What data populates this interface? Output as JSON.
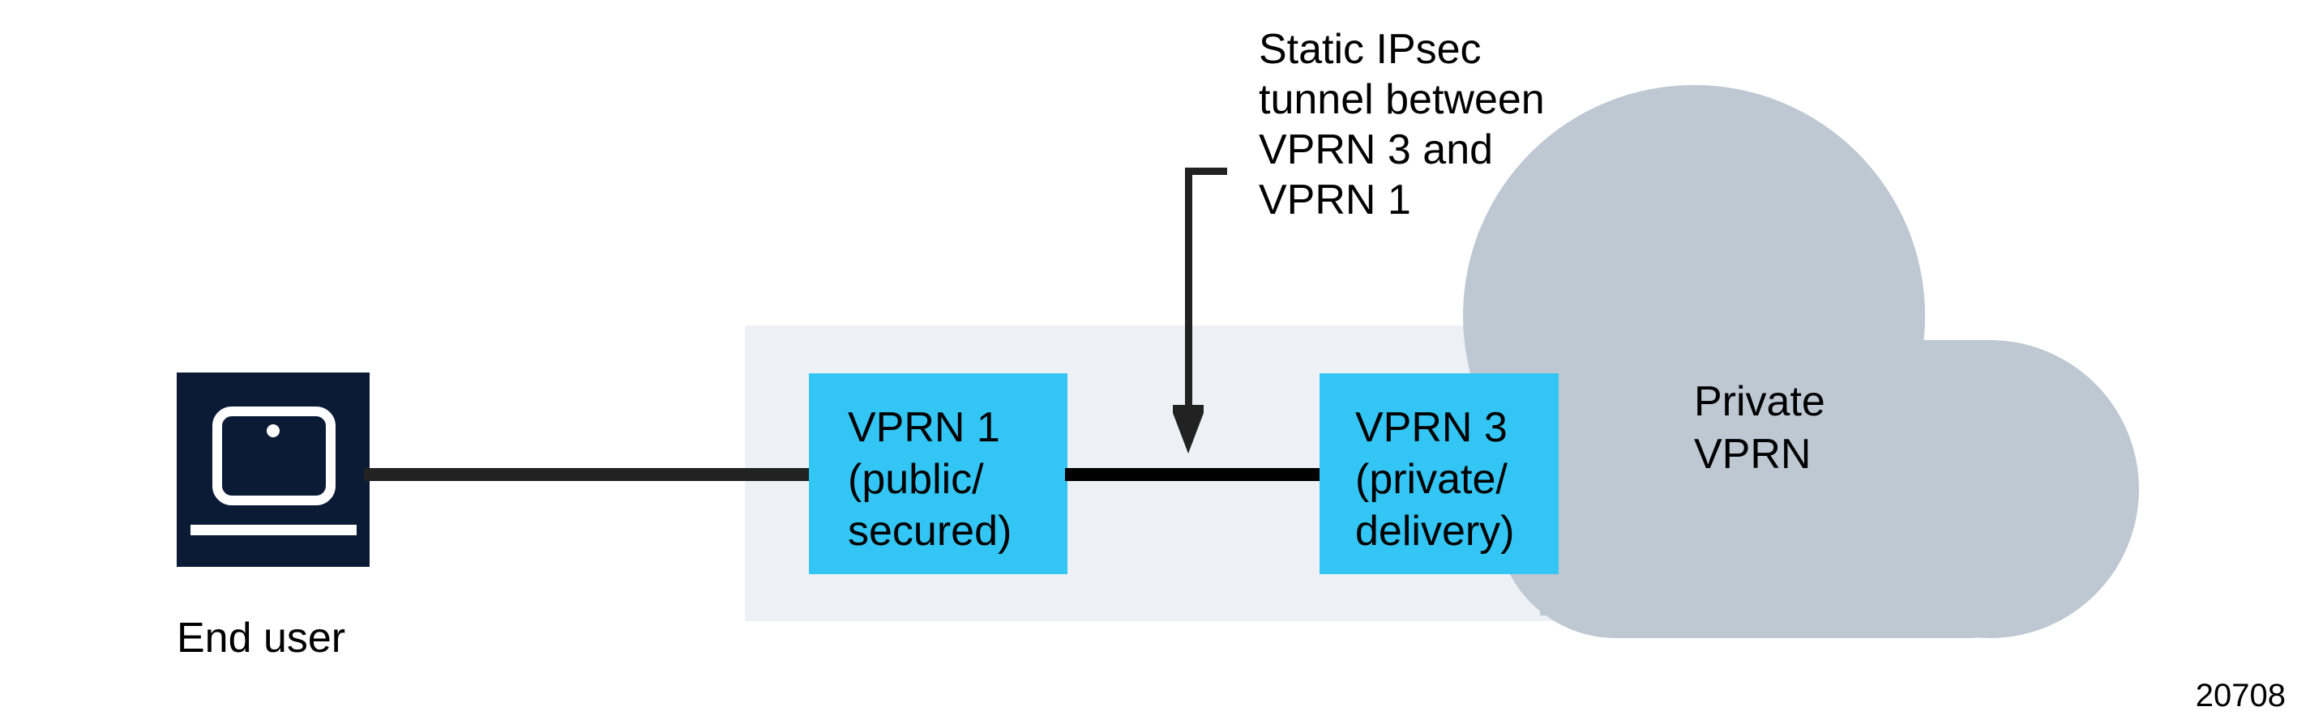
{
  "figure": {
    "id_label": "20708",
    "background_color": "#ffffff"
  },
  "palette": {
    "cyan_node": "#33C5F3",
    "navy_device": "#0B1B36",
    "panel_background": "#EDF1F5",
    "cloud_fill": "#BDC8D3",
    "link_dark": "#222222",
    "link_black": "#000000",
    "text": "#000000",
    "device_detail": "#FFFFFF"
  },
  "end_user": {
    "icon_name": "laptop-icon",
    "caption": "End user"
  },
  "nodes": [
    {
      "name": "vprn-1",
      "line1": "VPRN 1",
      "line2": "(public/",
      "line3": "secured)",
      "color": "#33C5F3"
    },
    {
      "name": "vprn-3",
      "line1": "VPRN 3",
      "line2": "(private/",
      "line3": "delivery)",
      "color": "#33C5F3"
    }
  ],
  "cloud": {
    "name": "private-vprn-cloud",
    "line1": "Private",
    "line2": "VPRN",
    "fill": "#BDC8D3"
  },
  "annotation": {
    "line1": "Static IPsec",
    "line2": "tunnel between",
    "line3": "VPRN 3 and",
    "line4": "VPRN 1",
    "pointer": "elbow-arrow-down"
  },
  "links": [
    {
      "name": "end-user-to-vprn1",
      "color": "#222222"
    },
    {
      "name": "vprn1-to-vprn3",
      "color": "#000000"
    }
  ]
}
